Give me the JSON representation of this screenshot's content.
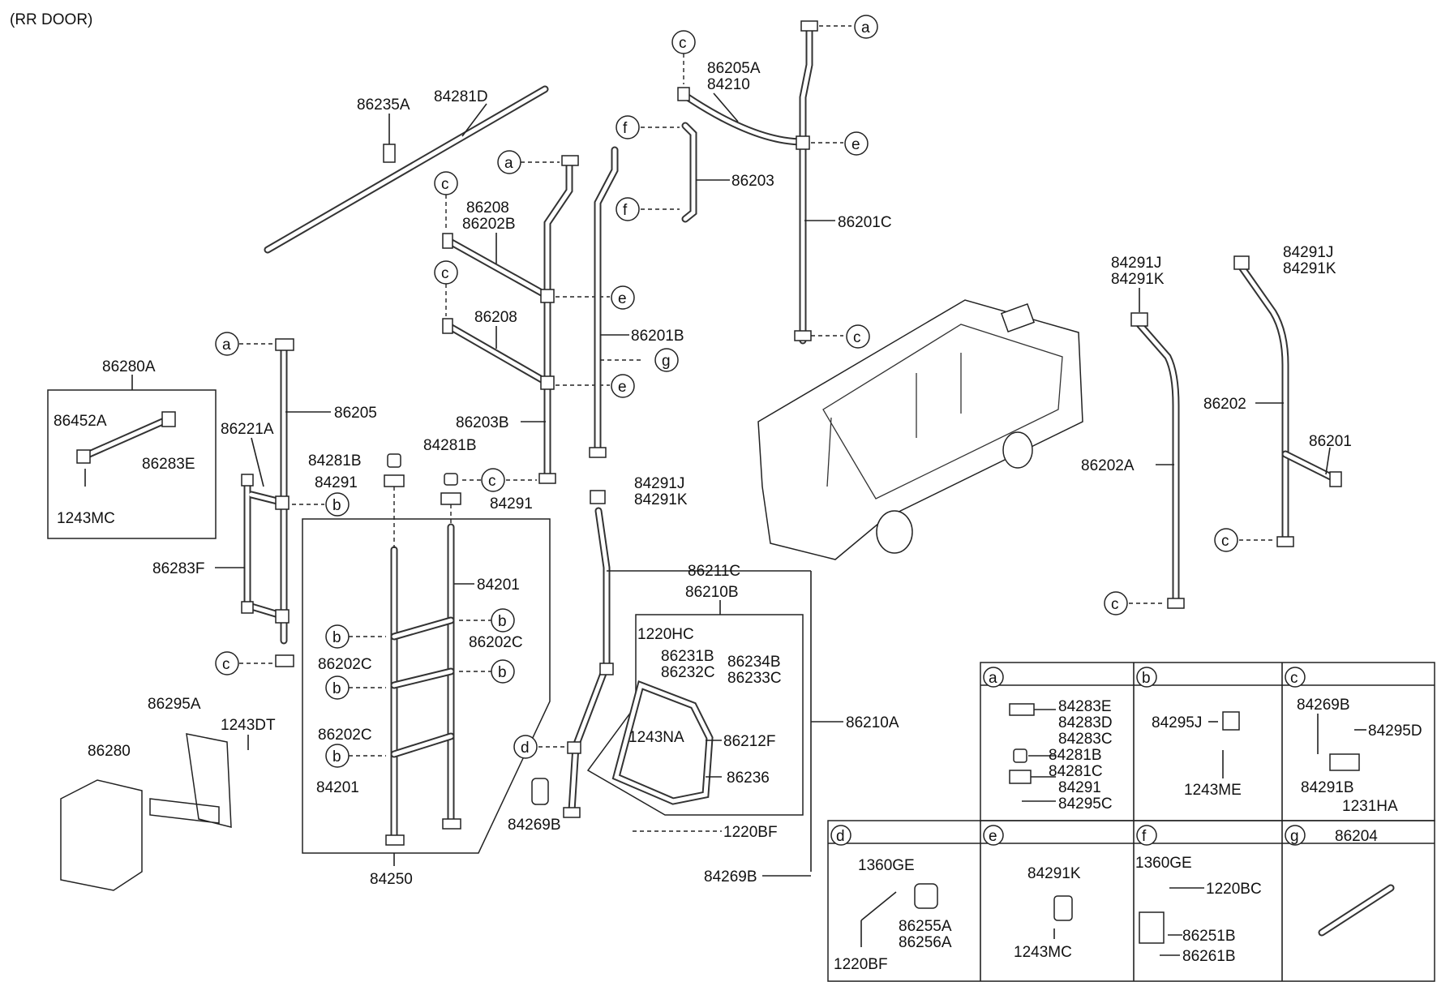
{
  "header": {
    "title": "(RR DOOR)"
  },
  "labels": {
    "p86235A": "86235A",
    "p84281D": "84281D",
    "p86205A": "86205A",
    "p84210": "84210",
    "p86203": "86203",
    "p86201C": "86201C",
    "p86208a": "86208",
    "p86202B": "86202B",
    "p86208b": "86208",
    "p86201B": "86201B",
    "p86203B": "86203B",
    "p86280A": "86280A",
    "p86452A": "86452A",
    "p86283E": "86283E",
    "p1243MC": "1243MC",
    "p86205": "86205",
    "p86221A": "86221A",
    "p86283F": "86283F",
    "p84281Ba": "84281B",
    "p84291a": "84291",
    "p84281Bb": "84281B",
    "p84291b": "84291",
    "p84291J1": "84291J",
    "p84291K1": "84291K",
    "p84201a": "84201",
    "p86202Ca": "86202C",
    "p86202Cb": "86202C",
    "p86202Cc": "86202C",
    "p84201b": "84201",
    "p84250": "84250",
    "p86211C": "86211C",
    "p86210B": "86210B",
    "p1220HC": "1220HC",
    "p86231B": "86231B",
    "p86232C": "86232C",
    "p86234B": "86234B",
    "p86233C": "86233C",
    "p1243NA": "1243NA",
    "p86212F": "86212F",
    "p86236": "86236",
    "p86210A": "86210A",
    "p84269Ba": "84269B",
    "p1220BF": "1220BF",
    "p84269Bb": "84269B",
    "p86295A": "86295A",
    "p1243DT": "1243DT",
    "p86280": "86280",
    "p84291J2": "84291J",
    "p84291K2": "84291K",
    "p86202A": "86202A",
    "p84291J3": "84291J",
    "p84291K3": "84291K",
    "p86202": "86202",
    "p86201": "86201"
  },
  "callouts": {
    "a": "a",
    "b": "b",
    "c": "c",
    "d": "d",
    "e": "e",
    "f": "f",
    "g": "g"
  },
  "detail_table": {
    "a": [
      "84283E",
      "84283D",
      "84283C",
      "84281B",
      "84281C",
      "84291",
      "84295C"
    ],
    "b": [
      "84295J",
      "1243ME"
    ],
    "c": [
      "84269B",
      "84295D",
      "84291B",
      "1231HA"
    ],
    "d": [
      "1360GE",
      "86255A",
      "86256A",
      "1220BF"
    ],
    "e": [
      "84291K",
      "1243MC"
    ],
    "f": [
      "1360GE",
      "1220BC",
      "86251B",
      "86261B"
    ],
    "g": [
      "86204"
    ]
  }
}
